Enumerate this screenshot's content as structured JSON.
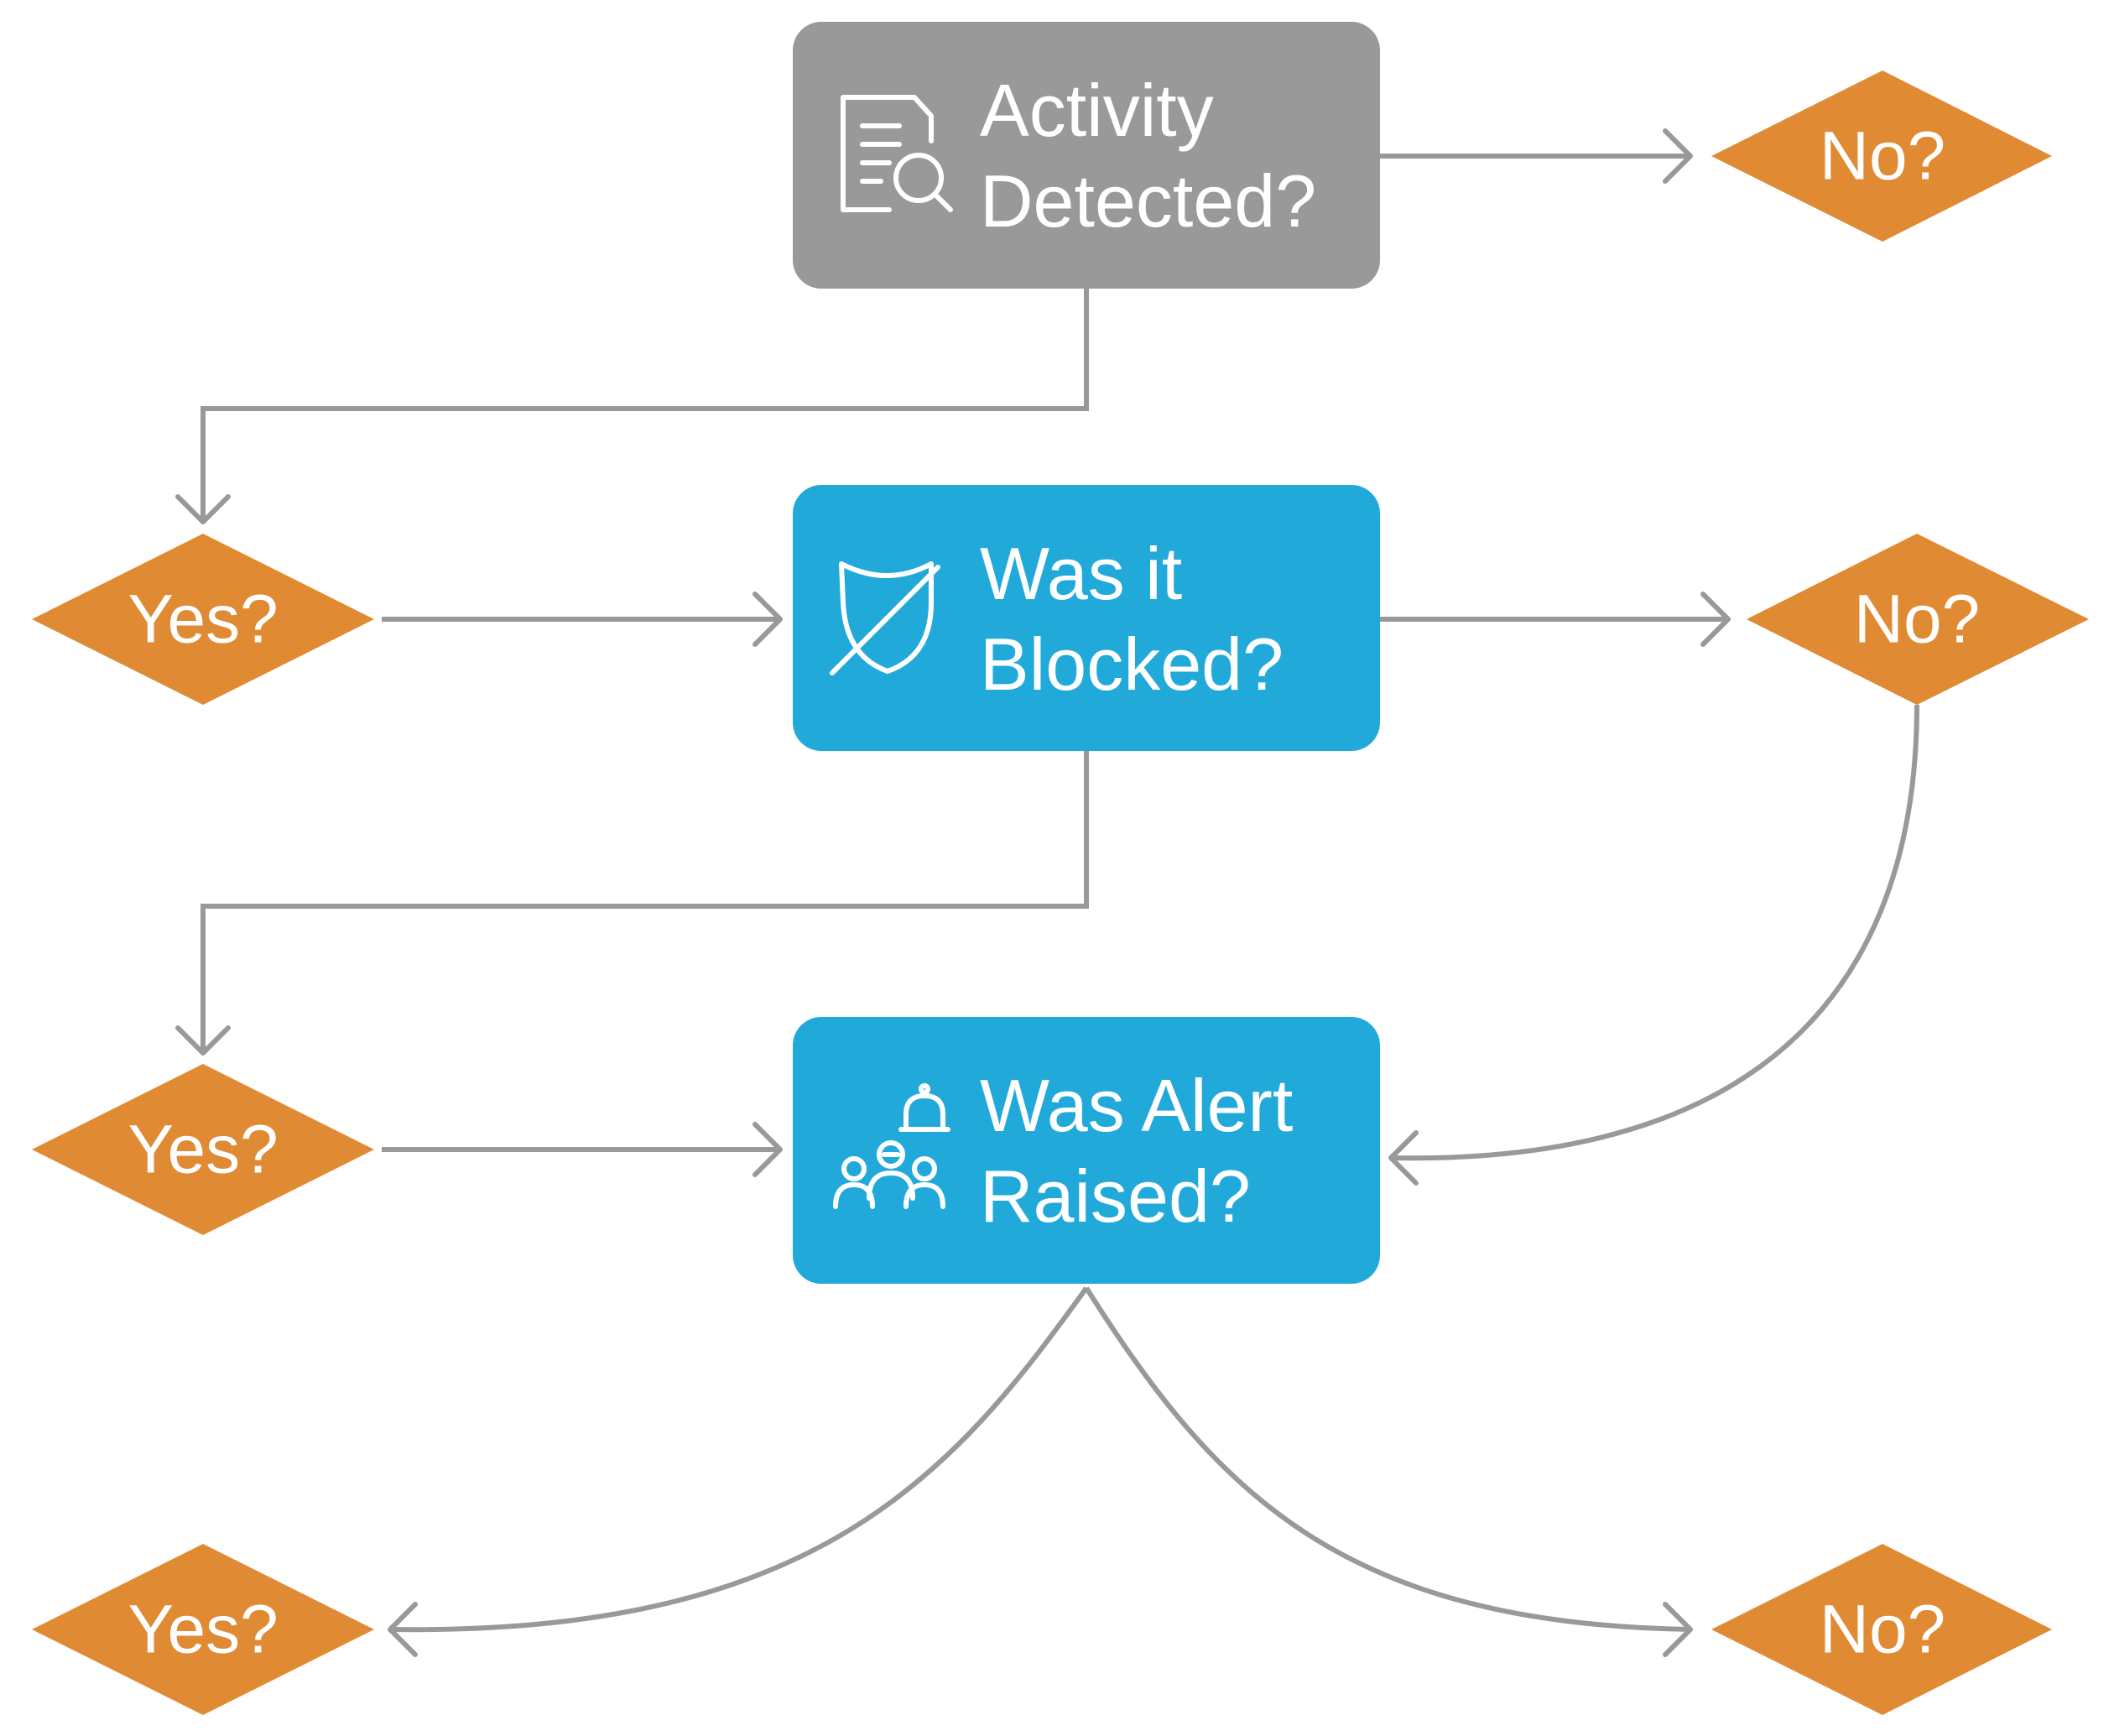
{
  "colors": {
    "step_gray": "#999999",
    "step_blue": "#21AAD9",
    "decision_orange": "#E08A33",
    "connector": "#999999",
    "text": "#FFFFFF"
  },
  "steps": [
    {
      "id": "activity",
      "icon": "document-search-icon",
      "lines": [
        "Activity",
        "Detected?"
      ]
    },
    {
      "id": "blocked",
      "icon": "shield-slash-icon",
      "lines": [
        "Was it",
        "Blocked?"
      ]
    },
    {
      "id": "alert",
      "icon": "group-alert-icon",
      "lines": [
        "Was Alert",
        "Raised?"
      ]
    }
  ],
  "decisions": {
    "activity_no": "No?",
    "blocked_yes": "Yes?",
    "blocked_no": "No?",
    "alert_yes": "Yes?",
    "final_yes": "Yes?",
    "final_no": "No?"
  }
}
